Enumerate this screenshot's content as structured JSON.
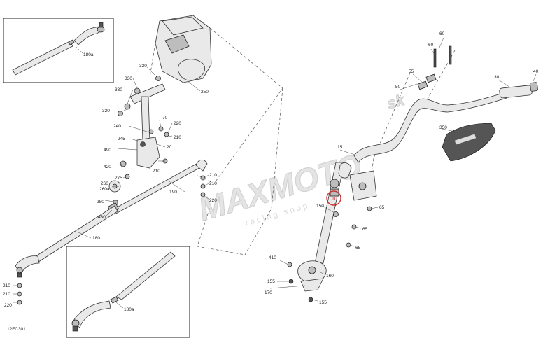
{
  "diagram_code": "12FC301",
  "watermark": {
    "brand": "MAXMOTO",
    "suffix": "sk",
    "sub": "racing shop"
  },
  "highlight_color": "#d32f2f",
  "labels": {
    "top_inset": [
      "180a"
    ],
    "steering_left": [
      "320",
      "330",
      "330",
      "320",
      "240",
      "245",
      "490",
      "420",
      "275",
      "260",
      "260a",
      "280",
      "430",
      "250",
      "70",
      "220",
      "210",
      "20",
      "210",
      "190",
      "210",
      "210",
      "220",
      "180"
    ],
    "bottom_left": [
      "210",
      "210",
      "220"
    ],
    "bottom_inset": [
      "180a"
    ],
    "handlebar": [
      "60",
      "60",
      "55",
      "50",
      "30",
      "40",
      "350",
      "15",
      "10",
      "150",
      "65",
      "65",
      "65",
      "410",
      "155",
      "160",
      "170",
      "155"
    ]
  }
}
